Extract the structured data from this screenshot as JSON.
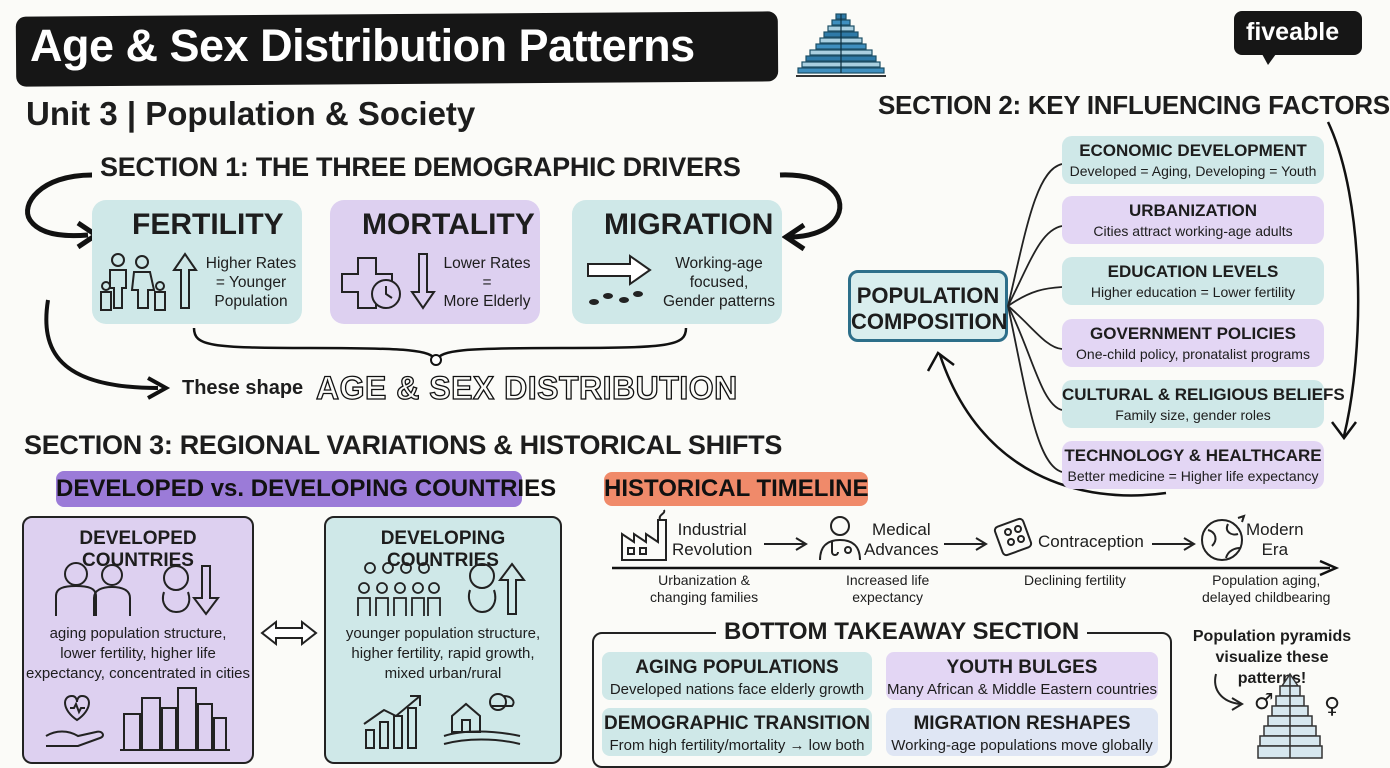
{
  "title": "Age & Sex Distribution Patterns",
  "subtitle": "Unit 3 | Population & Society",
  "brand": "fiveable",
  "section1": {
    "heading": "SECTION 1: THE THREE DEMOGRAPHIC DRIVERS",
    "cards": [
      {
        "title": "FERTILITY",
        "text_lines": [
          "Higher Rates",
          "= Younger",
          "Population"
        ],
        "icon": "family-up-arrow-icon"
      },
      {
        "title": "MORTALITY",
        "text_lines": [
          "Lower Rates",
          "=",
          "More Elderly"
        ],
        "icon": "medical-cross-clock-icon"
      },
      {
        "title": "MIGRATION",
        "text_lines": [
          "Working-age",
          "focused,",
          "Gender patterns"
        ],
        "icon": "footprints-arrow-icon"
      }
    ],
    "shape_text": "These shape",
    "shape_emphasis": "AGE & SEX DISTRIBUTION"
  },
  "section2": {
    "heading": "SECTION 2: KEY INFLUENCING FACTORS",
    "center": "POPULATION COMPOSITION",
    "factors": [
      {
        "title": "ECONOMIC DEVELOPMENT",
        "desc": "Developed = Aging, Developing = Youth",
        "color": "#cfe8e8"
      },
      {
        "title": "URBANIZATION",
        "desc": "Cities attract working-age adults",
        "color": "#e3d6f4"
      },
      {
        "title": "EDUCATION LEVELS",
        "desc": "Higher education = Lower fertility",
        "color": "#cfe8e8"
      },
      {
        "title": "GOVERNMENT POLICIES",
        "desc": "One-child policy, pronatalist programs",
        "color": "#e3d6f4"
      },
      {
        "title": "CULTURAL & RELIGIOUS BELIEFS",
        "desc": "Family size, gender roles",
        "color": "#cfe8e8"
      },
      {
        "title": "TECHNOLOGY & HEALTHCARE",
        "desc": "Better medicine = Higher life expectancy",
        "color": "#e3d6f4"
      }
    ]
  },
  "section3": {
    "heading": "SECTION 3: REGIONAL VARIATIONS & HISTORICAL SHIFTS",
    "compare_badge": "DEVELOPED vs. DEVELOPING COUNTRIES",
    "developed": {
      "title": "DEVELOPED COUNTRIES",
      "text_lines": [
        "aging population structure,",
        "lower fertility, higher life",
        "expectancy, concentrated in cities"
      ]
    },
    "developing": {
      "title": "DEVELOPING COUNTRIES",
      "text_lines": [
        "younger population structure,",
        "higher fertility, rapid growth,",
        "mixed urban/rural"
      ]
    },
    "timeline_badge": "HISTORICAL TIMELINE",
    "timeline": [
      {
        "label_lines": [
          "Industrial",
          "Revolution"
        ],
        "sub_lines": [
          "Urbanization &",
          "changing families"
        ],
        "icon": "factory-icon"
      },
      {
        "label_lines": [
          "Medical",
          "Advances"
        ],
        "sub_lines": [
          "Increased life",
          "expectancy"
        ],
        "icon": "doctor-icon"
      },
      {
        "label_lines": [
          "Contraception"
        ],
        "sub_lines": [
          "Declining fertility"
        ],
        "icon": "pill-pack-icon"
      },
      {
        "label_lines": [
          "Modern",
          "Era"
        ],
        "sub_lines": [
          "Population aging,",
          "delayed childbearing"
        ],
        "icon": "globe-icon"
      }
    ]
  },
  "takeaway": {
    "heading": "BOTTOM TAKEAWAY SECTION",
    "items": [
      {
        "title": "AGING POPULATIONS",
        "desc": "Developed nations face elderly growth",
        "color": "#cfe8e8"
      },
      {
        "title": "YOUTH BULGES",
        "desc": "Many African & Middle Eastern countries",
        "color": "#e3d6f4"
      },
      {
        "title": "DEMOGRAPHIC TRANSITION",
        "desc": "From high fertility/mortality → low both",
        "color": "#cfe8e8"
      },
      {
        "title": "MIGRATION RESHAPES",
        "desc": "Working-age populations move globally",
        "color": "#dfe6f4"
      }
    ]
  },
  "pyramid_note": {
    "lines": [
      "Population pyramids",
      "visualize these patterns!"
    ],
    "male_symbol": "♂",
    "female_symbol": "♀"
  },
  "colors": {
    "teal": "#cfe8e8",
    "lavender": "#e3d6f4",
    "purple_badge": "#9b7bd8",
    "orange_badge": "#f08a6a",
    "outline_blue": "#2d6f8a"
  }
}
